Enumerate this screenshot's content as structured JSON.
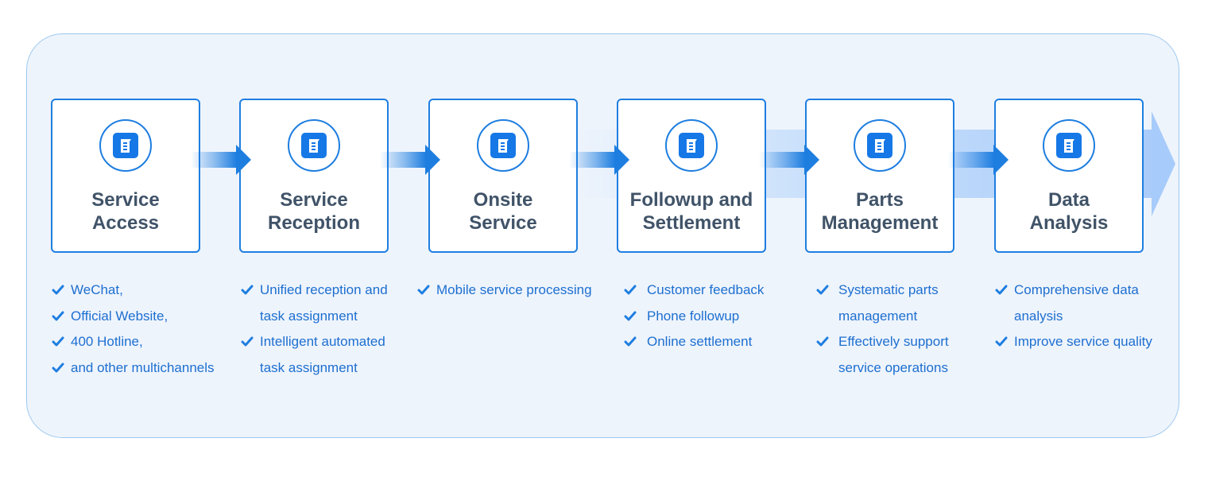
{
  "colors": {
    "accent": "#1e7ee0",
    "title_text": "#405368",
    "bullet_text": "#1d6fd0",
    "panel_bg": "#eef4fc",
    "panel_border": "#9cc8ef"
  },
  "steps": [
    {
      "title_line1": "Service",
      "title_line2": "Access",
      "icon": "building-icon",
      "bullets": [
        {
          "text": "WeChat,"
        },
        {
          "text": "Official Website,"
        },
        {
          "text": "400 Hotline,"
        },
        {
          "text": "and other multichannels"
        }
      ]
    },
    {
      "title_line1": "Service",
      "title_line2": "Reception",
      "icon": "building-icon",
      "bullets": [
        {
          "line1": "Unified reception and",
          "line2": "task assignment"
        },
        {
          "line1": "Intelligent automated",
          "line2": "task assignment"
        }
      ]
    },
    {
      "title_line1": "Onsite",
      "title_line2": "Service",
      "icon": "building-icon",
      "bullets": [
        {
          "text": "Mobile service processing"
        }
      ]
    },
    {
      "title_line1": "Followup and",
      "title_line2": "Settlement",
      "icon": "building-icon",
      "bullets": [
        {
          "text": "Customer feedback"
        },
        {
          "text": "Phone followup"
        },
        {
          "text": "Online settlement"
        }
      ]
    },
    {
      "title_line1": "Parts",
      "title_line2": "Management",
      "icon": "building-icon",
      "bullets": [
        {
          "line1": "Systematic parts",
          "line2": "management"
        },
        {
          "line1": "Effectively support",
          "line2": "service operations"
        }
      ]
    },
    {
      "title_line1": "Data",
      "title_line2": "Analysis",
      "icon": "building-icon",
      "bullets": [
        {
          "line1": "Comprehensive data",
          "line2": "analysis"
        },
        {
          "text": "Improve service quality"
        }
      ]
    }
  ]
}
